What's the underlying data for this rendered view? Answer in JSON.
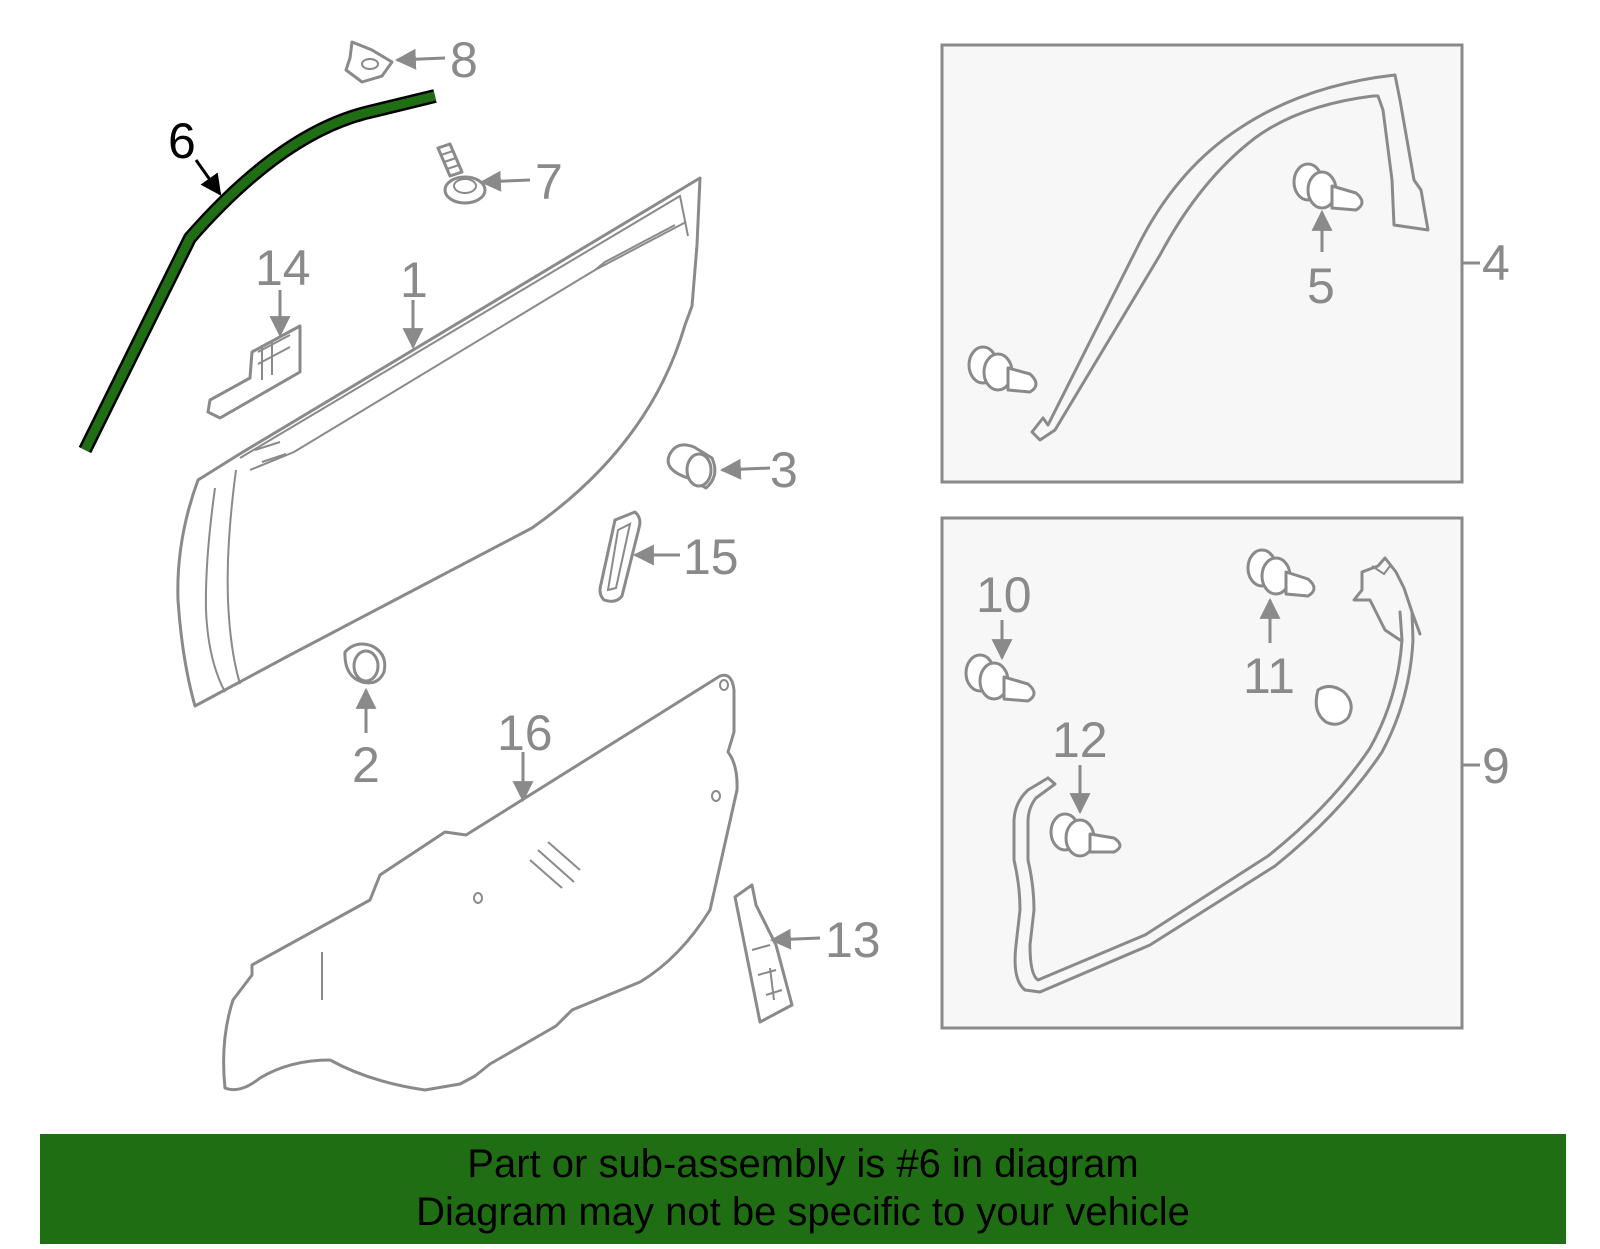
{
  "colors": {
    "highlight": "#1f6e14",
    "outline": "#8a8a8a",
    "box_background": "#f7f7f7"
  },
  "diagram": {
    "highlighted_part": "6",
    "callouts": {
      "c1": "1",
      "c2": "2",
      "c3": "3",
      "c4": "4",
      "c5": "5",
      "c6": "6",
      "c7": "7",
      "c8": "8",
      "c9": "9",
      "c10": "10",
      "c11": "11",
      "c12": "12",
      "c13": "13",
      "c14": "14",
      "c15": "15",
      "c16": "16"
    }
  },
  "banner": {
    "line1": "Part or sub-assembly is #6 in diagram",
    "line2": "Diagram may not be specific to your vehicle"
  }
}
